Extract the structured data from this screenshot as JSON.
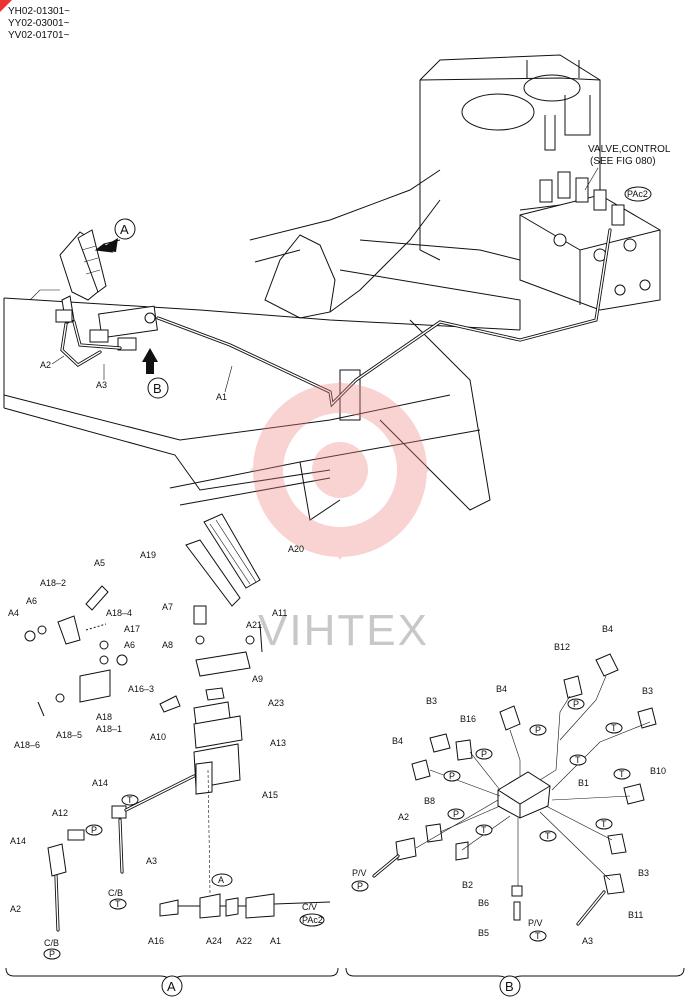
{
  "header": {
    "serials": [
      "YH02-01301~",
      "YY02-03001~",
      "YV02-01701~"
    ]
  },
  "callouts": {
    "valve_control": "VALVE,CONTROL",
    "see_fig": "(SEE FIG 080)",
    "pac2": "PAc2",
    "view_a": "A",
    "view_b": "B"
  },
  "watermark": {
    "text": "VIHTEX",
    "color": "#f08080"
  },
  "top_labels": {
    "a1": "A1",
    "a2": "A2",
    "a3": "A3"
  },
  "section_a": {
    "title": "A",
    "labels": {
      "a4": "A4",
      "a5": "A5",
      "a6a": "A6",
      "a6b": "A6",
      "a7": "A7",
      "a8": "A8",
      "a9": "A9",
      "a10": "A10",
      "a11": "A11",
      "a12": "A12",
      "a13": "A13",
      "a14a": "A14",
      "a14b": "A14",
      "a15": "A15",
      "a16": "A16",
      "a17": "A17",
      "a18": "A18",
      "a18_1": "A18–1",
      "a18_2": "A18–2",
      "a18_3": "A16–3",
      "a18_4": "A18–4",
      "a18_5": "A18–5",
      "a18_6": "A18–6",
      "a19": "A19",
      "a20": "A20",
      "a21": "A21",
      "a22": "A22",
      "a23": "A23",
      "a24": "A24",
      "a1": "A1",
      "a2": "A2",
      "a3": "A3",
      "cb1": "C/B",
      "cb2": "C/B",
      "cv": "C/V",
      "p1": "P",
      "t1": "T",
      "t2": "T",
      "p2": "P",
      "boxA": "A",
      "pac2": "PAc2"
    }
  },
  "section_b": {
    "title": "B",
    "labels": {
      "b1": "B1",
      "b2": "B2",
      "b3a": "B3",
      "b3b": "B3",
      "b3c": "B3",
      "b4a": "B4",
      "b4b": "B4",
      "b4c": "B4",
      "b5": "B5",
      "b6": "B6",
      "b8": "B8",
      "b10": "B10",
      "b11": "B11",
      "b12": "B12",
      "b16": "B16",
      "a2": "A2",
      "a3": "A3",
      "pv1": "P/V",
      "pv2": "P/V",
      "p1": "P",
      "p2": "P",
      "p3": "P",
      "p4": "P",
      "p5": "P",
      "p6": "P",
      "t1": "T",
      "t2": "T",
      "t3": "T",
      "t4": "T",
      "t5": "T",
      "t6": "T",
      "t7": "T"
    }
  }
}
